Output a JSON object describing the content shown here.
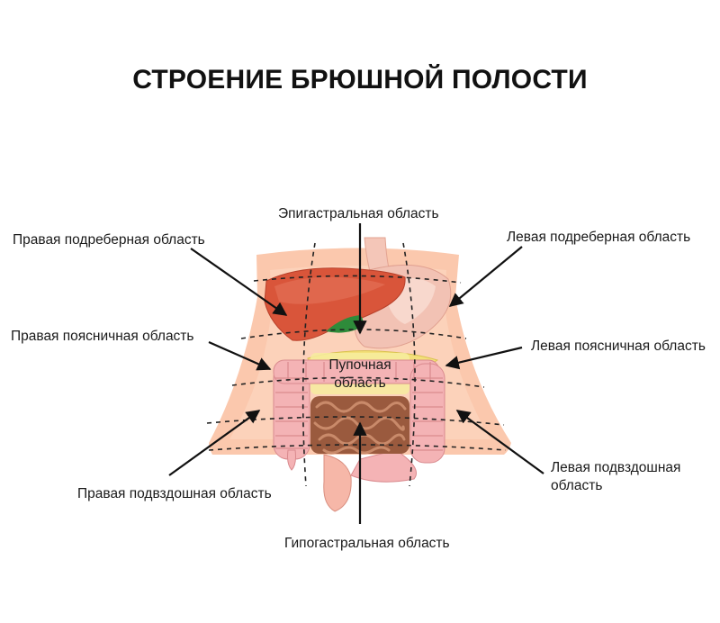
{
  "title": "СТРОЕНИЕ БРЮШНОЙ ПОЛОСТИ",
  "regions": {
    "epigastric": "Эпигастральная область",
    "right_hypochondriac": "Правая подреберная область",
    "left_hypochondriac": "Левая подреберная область",
    "right_lumbar": "Правая поясничная область",
    "left_lumbar": "Левая поясничная область",
    "umbilical_line1": "Пупочная",
    "umbilical_line2": "область",
    "right_iliac": "Правая подвздошная область",
    "left_iliac_line1": "Левая подвздошная",
    "left_iliac_line2": "область",
    "hypogastric": "Гипогастральная область"
  },
  "colors": {
    "skin": "#fbc8ad",
    "liver": "#d9553a",
    "stomach": "#f2c2b4",
    "gallbladder": "#2e8b3a",
    "colon": "#f4b3b5",
    "small_intestine": "#9a5a3e",
    "pancreas": "#f3e07a",
    "arrow": "#111111"
  }
}
